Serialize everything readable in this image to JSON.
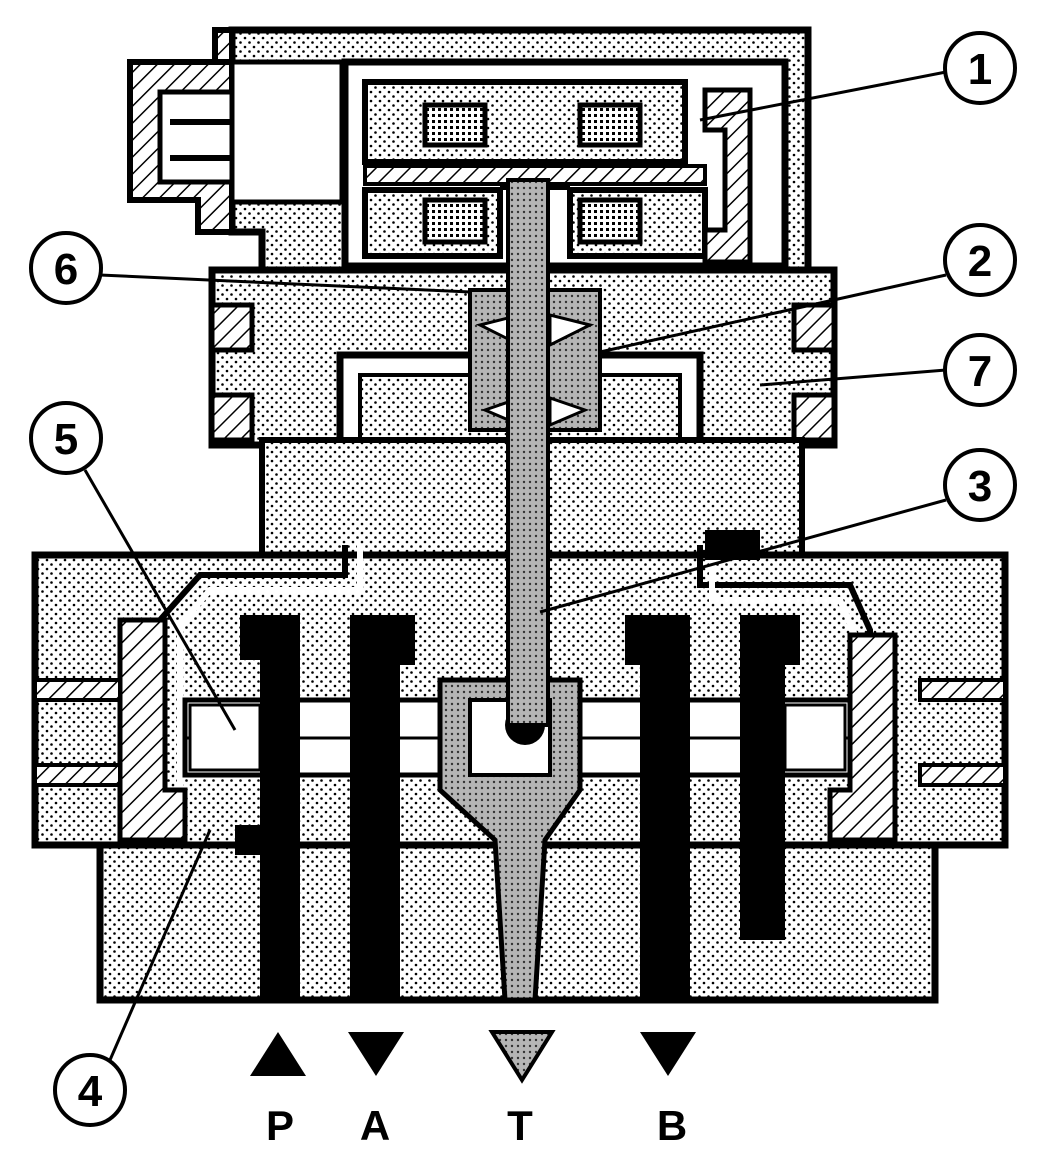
{
  "callouts": [
    {
      "id": "1",
      "label": "1"
    },
    {
      "id": "2",
      "label": "2"
    },
    {
      "id": "3",
      "label": "3"
    },
    {
      "id": "4",
      "label": "4"
    },
    {
      "id": "5",
      "label": "5"
    },
    {
      "id": "6",
      "label": "6"
    },
    {
      "id": "7",
      "label": "7"
    }
  ],
  "ports": [
    {
      "id": "P",
      "label": "P",
      "arrow": "up",
      "style": "solid"
    },
    {
      "id": "A",
      "label": "A",
      "arrow": "down",
      "style": "solid"
    },
    {
      "id": "T",
      "label": "T",
      "arrow": "down",
      "style": "dotted"
    },
    {
      "id": "B",
      "label": "B",
      "arrow": "down",
      "style": "solid"
    }
  ],
  "colors": {
    "ink": "#000000",
    "paper": "#ffffff",
    "fill_dots": "#000000",
    "tank_gray": "#8a8a8a"
  }
}
